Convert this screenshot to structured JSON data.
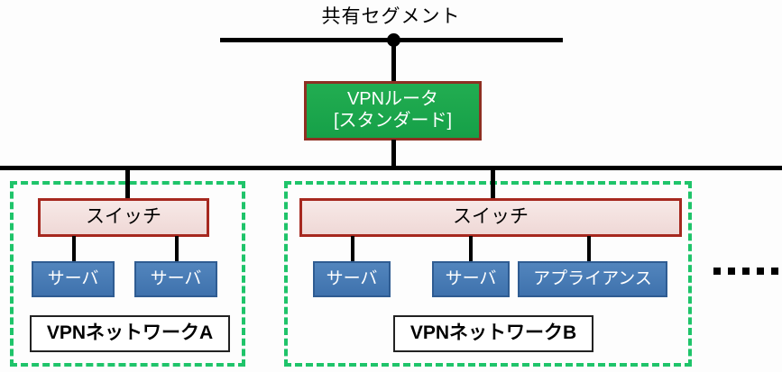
{
  "diagram": {
    "title": "共有セグメント",
    "background_color": "#fdfdfd",
    "colors": {
      "router_fill": "#1faa4b",
      "router_border": "#8f2f22",
      "switch_fill": "#f3e1df",
      "switch_border": "#a6281f",
      "node_fill": "#4a7ebb",
      "node_border": "#2f5c92",
      "group_border": "#1fc46a",
      "line": "#000000",
      "label_border": "#222222"
    },
    "router": {
      "line1": "VPNルータ",
      "line2": "[スタンダード]"
    },
    "groups": [
      {
        "id": "vpn-network-a",
        "label": "VPNネットワークA",
        "switch_label": "スイッチ",
        "nodes": [
          {
            "label": "サーバ",
            "type": "server"
          },
          {
            "label": "サーバ",
            "type": "server"
          }
        ]
      },
      {
        "id": "vpn-network-b",
        "label": "VPNネットワークB",
        "switch_label": "スイッチ",
        "nodes": [
          {
            "label": "サーバ",
            "type": "server"
          },
          {
            "label": "サーバ",
            "type": "server"
          },
          {
            "label": "アプライアンス",
            "type": "appliance"
          }
        ]
      }
    ],
    "continuation": {
      "symbol": "ellipsis",
      "dot_count": 5
    }
  }
}
